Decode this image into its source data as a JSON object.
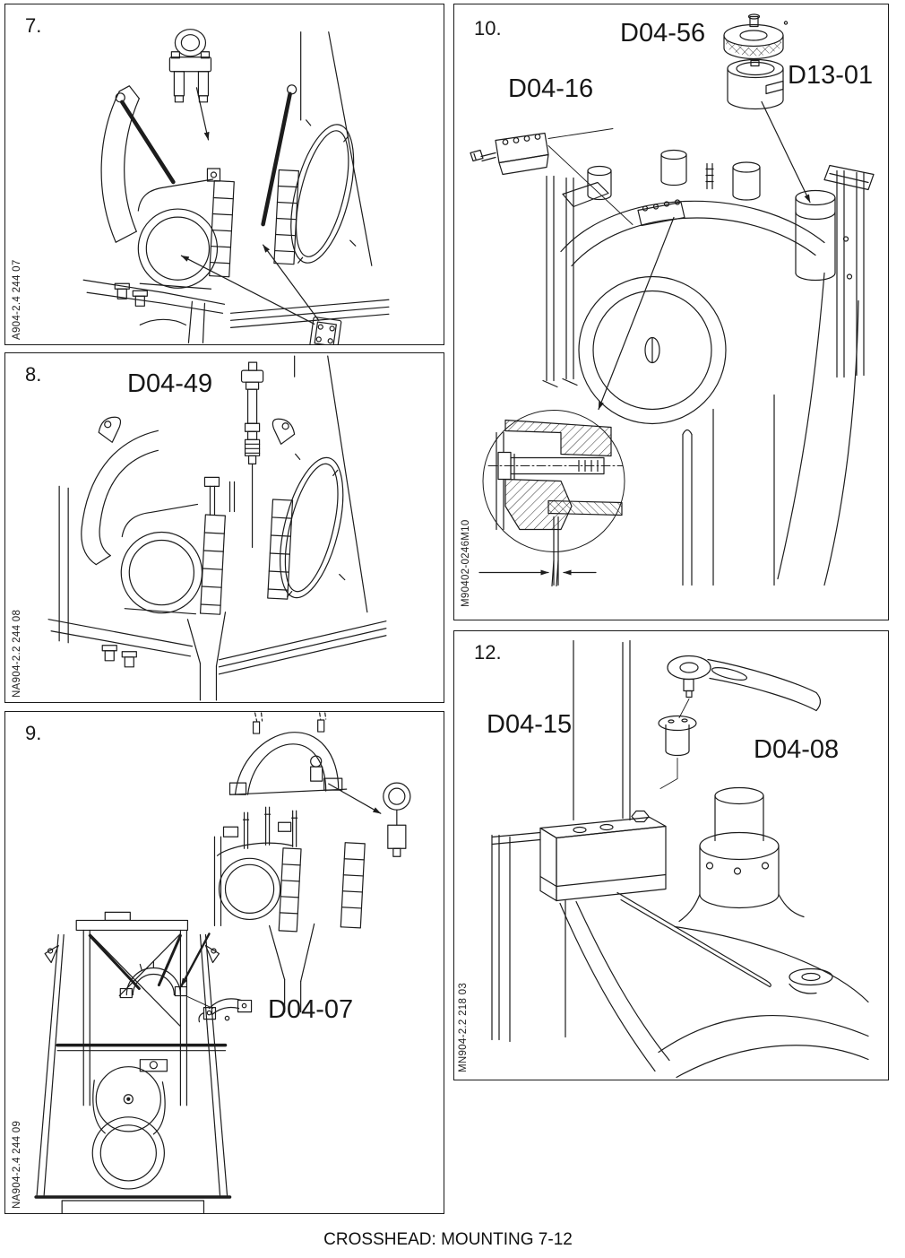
{
  "footer": {
    "caption": "CROSSHEAD: MOUNTING 7-12"
  },
  "panel7": {
    "number": "7.",
    "figure_code": "A904-2.4 244 07"
  },
  "panel8": {
    "number": "8.",
    "figure_code": "NA904-2.2 244 08",
    "tool_label": "D04-49"
  },
  "panel9": {
    "number": "9.",
    "figure_code": "NA904-2.4 244 09",
    "tool_label": "D04-07"
  },
  "panel10": {
    "number": "10.",
    "figure_code": "M90402-0246M10",
    "tool_label_1": "D04-56",
    "tool_label_2": "D13-01",
    "tool_label_3": "D04-16"
  },
  "panel12": {
    "number": "12.",
    "figure_code": "MN904-2.2 218 03",
    "tool_label_1": "D04-15",
    "tool_label_2": "D04-08"
  }
}
